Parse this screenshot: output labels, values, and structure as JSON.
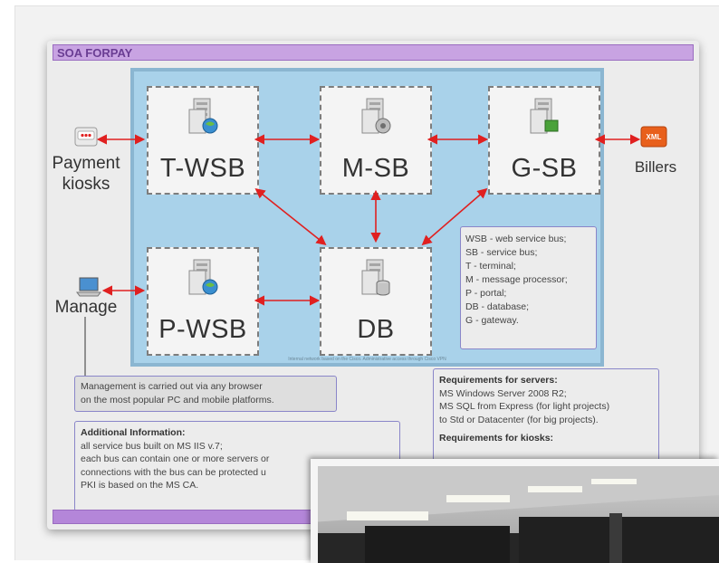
{
  "slide": {
    "title": "SOA FORPAY",
    "nodes": {
      "twsb": "T-WSB",
      "msb": "M-SB",
      "gsb": "G-SB",
      "pwsb": "P-WSB",
      "db": "DB"
    },
    "external": {
      "payment_kiosks_line1": "Payment",
      "payment_kiosks_line2": "kiosks",
      "billers": "Billers",
      "manage": "Manage",
      "xml_badge": "XML"
    },
    "network_caption": "Internal network based on the Cisco. Administrative access through Cisco VPN",
    "legend": [
      "WSB - web service bus;",
      "SB - service bus;",
      "T - terminal;",
      "M - message processor;",
      "P - portal;",
      "DB - database;",
      "G - gateway."
    ],
    "management_note": {
      "line1": "Management is carried out via any browser",
      "line2": "on the most popular PC and mobile platforms."
    },
    "requirements": {
      "servers_head": "Requirements for servers:",
      "line1": "MS Windows Server 2008 R2;",
      "line2": "MS SQL from Express (for light projects)",
      "line3": "to Std or Datacenter (for big projects).",
      "kiosks_head": "Requirements for kiosks:"
    },
    "additional": {
      "head": "Additional Information:",
      "line1": "all service bus built on MS IIS v.7;",
      "line2": "each bus can contain one or more servers or",
      "line3": "connections with the bus can be protected u",
      "line4": "PKI is based on the MS CA."
    }
  },
  "colors": {
    "title_bar": "#c8a3e2",
    "network_area": "#a9d2ea",
    "arrow": "#e02020",
    "legend_border": "#8a86c9"
  }
}
